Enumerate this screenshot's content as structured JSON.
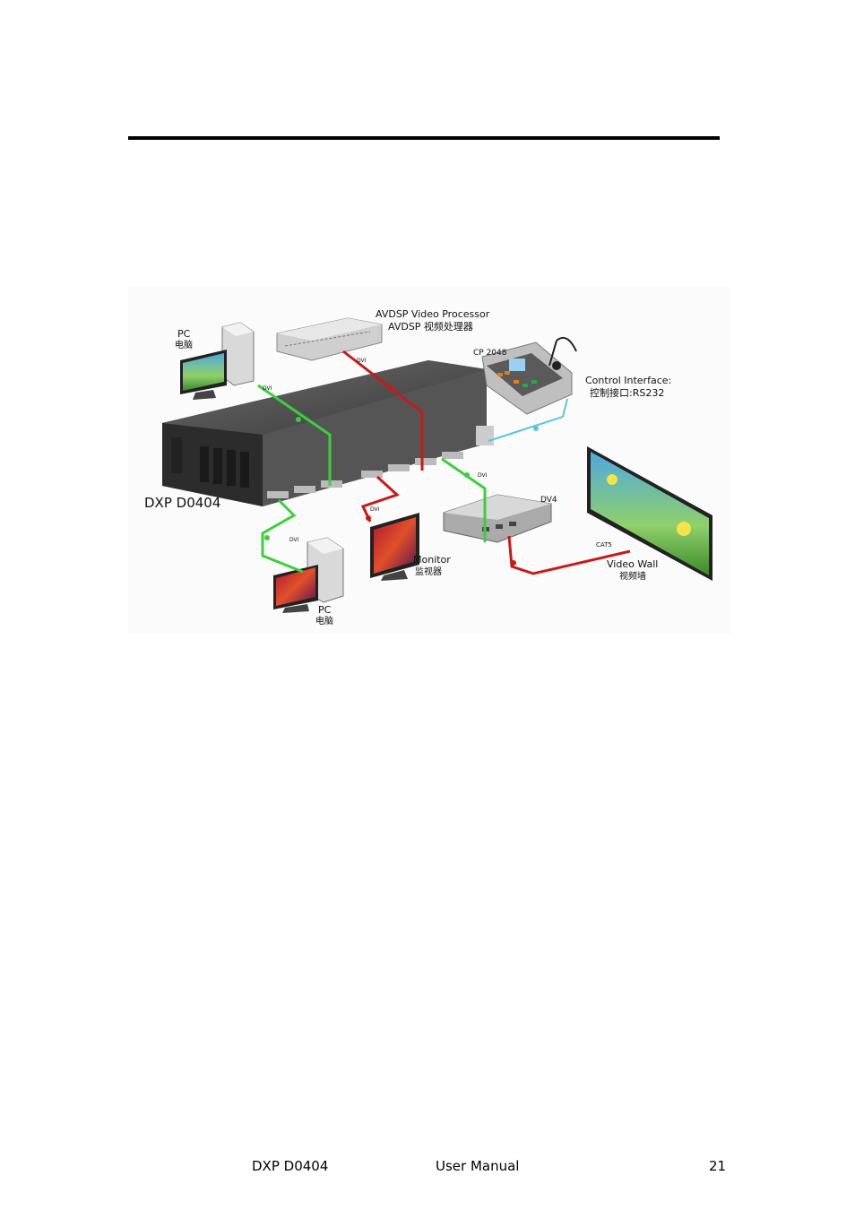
{
  "figure": {
    "labels": {
      "pc_top": "PC",
      "pc_top_cn": "电脑",
      "avdsp": "AVDSP Video Processor",
      "avdsp_cn": "AVDSP 视频处理器",
      "cp2048": "CP 2048",
      "control_interface": "Control Interface:",
      "control_interface_cn": "控制接口:RS232",
      "dxp": "DXP D0404",
      "dvi_1": "DVI",
      "dvi_2": "DVI",
      "dvi_3": "DVI",
      "dvi_4": "DVI",
      "dvi_5": "DVI",
      "dv4": "DV4",
      "cat5": "CAT5",
      "monitor": "Monitor",
      "monitor_cn": "监视器",
      "video_wall": "Video Wall",
      "video_wall_cn": "视频墙",
      "pc_bottom": "PC",
      "pc_bottom_cn": "电脑"
    },
    "colors": {
      "green_cable": "#3bd03b",
      "red_cable": "#c81a1a",
      "cyan_cable": "#5cc6df",
      "device_dark": "#4a4a4a",
      "device_light": "#d8d8d8"
    }
  },
  "footer": {
    "left": "DXP D0404",
    "center": "User Manual",
    "page_number": "21"
  }
}
